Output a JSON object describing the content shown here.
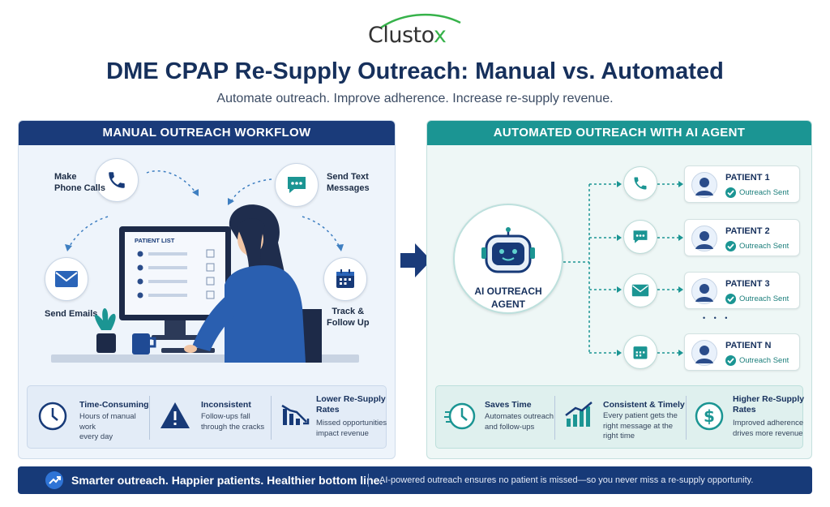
{
  "brand": {
    "logo_main": "Clusto",
    "logo_accent": "x"
  },
  "header": {
    "title": "DME CPAP Re-Supply Outreach: Manual vs. Automated",
    "subtitle": "Automate outreach. Improve adherence. Increase re-supply revenue."
  },
  "manual": {
    "heading": "MANUAL OUTREACH WORKFLOW",
    "steps": {
      "calls_line1": "Make",
      "calls_line2": "Phone Calls",
      "texts_line1": "Send Text",
      "texts_line2": "Messages",
      "emails": "Send Emails",
      "track_line1": "Track &",
      "track_line2": "Follow Up"
    },
    "screen_label": "PATIENT LIST",
    "stats": [
      {
        "title": "Time-Consuming",
        "desc1": "Hours of manual work",
        "desc2": "every day"
      },
      {
        "title": "Inconsistent",
        "desc1": "Follow-ups fall",
        "desc2": "through the cracks"
      },
      {
        "title_line1": "Lower Re-Supply",
        "title_line2": "Rates",
        "desc1": "Missed opportunities",
        "desc2": "impact revenue"
      }
    ]
  },
  "automated": {
    "heading": "AUTOMATED OUTREACH WITH AI AGENT",
    "agent_line1": "AI OUTREACH",
    "agent_line2": "AGENT",
    "patients": [
      {
        "name": "PATIENT 1",
        "status": "Outreach Sent"
      },
      {
        "name": "PATIENT 2",
        "status": "Outreach Sent"
      },
      {
        "name": "PATIENT 3",
        "status": "Outreach Sent"
      },
      {
        "name": "PATIENT N",
        "status": "Outreach Sent"
      }
    ],
    "ellipsis": "• • •",
    "stats": [
      {
        "title": "Saves Time",
        "desc1": "Automates outreach",
        "desc2": "and follow-ups"
      },
      {
        "title": "Consistent & Timely",
        "desc1": "Every patient gets the",
        "desc2": "right message at the",
        "desc3": "right time"
      },
      {
        "title_line1": "Higher Re-Supply",
        "title_line2": "Rates",
        "desc1": "Improved adherence",
        "desc2": "drives more revenue"
      }
    ]
  },
  "footer": {
    "tagline": "Smarter outreach. Happier patients. Healthier bottom line.",
    "detail": "AI-powered outreach ensures no patient is missed—so you never miss a re-supply opportunity."
  },
  "colors": {
    "navy": "#1a3b7a",
    "teal": "#1b9593",
    "green": "#36b24a"
  }
}
